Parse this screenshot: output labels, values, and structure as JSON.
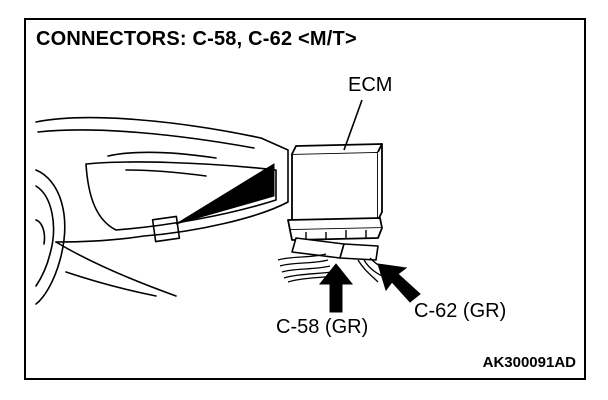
{
  "title": "CONNECTORS: C-58, C-62 <M/T>",
  "labels": {
    "ecm": "ECM",
    "c58": "C-58 (GR)",
    "c62": "C-62 (GR)"
  },
  "figure_code": "AK300091AD",
  "colors": {
    "ink": "#000000",
    "paper": "#ffffff"
  }
}
